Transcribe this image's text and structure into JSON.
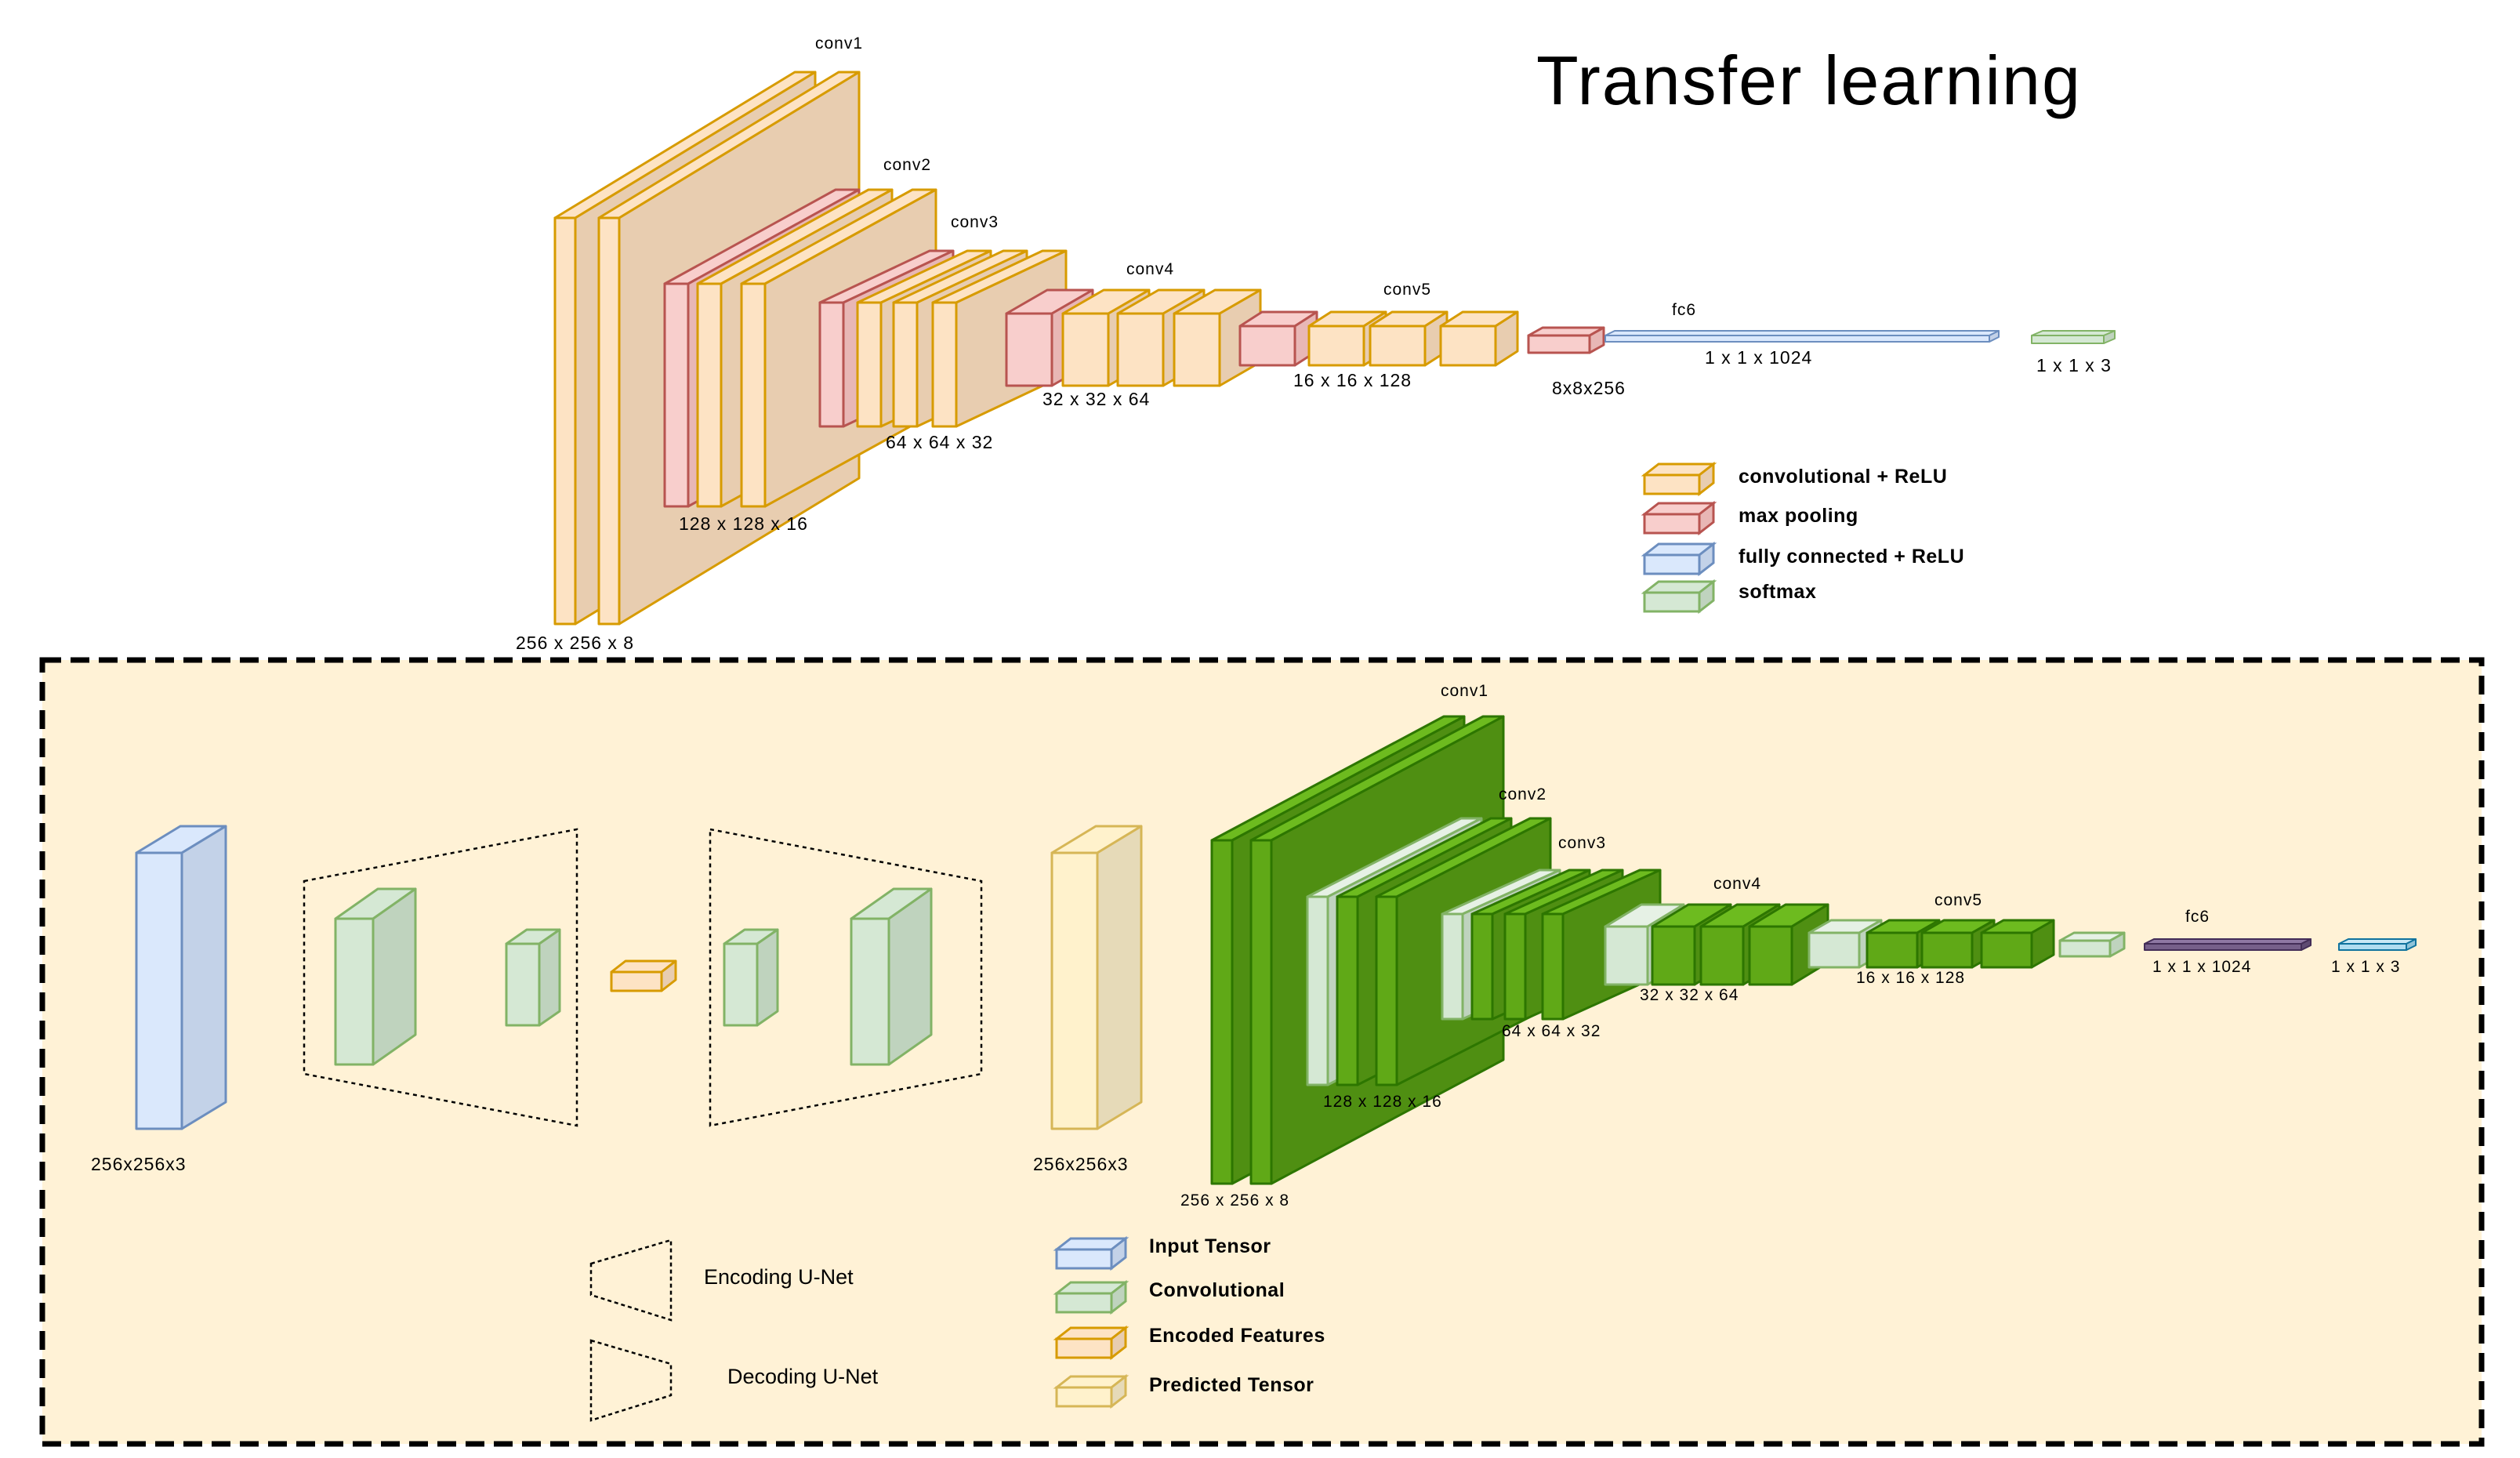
{
  "title": "Transfer learning",
  "colors": {
    "conv_face": "#fde3c4",
    "conv_side": "#e8cdb0",
    "conv_stroke": "#d79b00",
    "pool_face": "#f8cecc",
    "pool_side": "#e8b7b5",
    "pool_stroke": "#b85450",
    "fc_face": "#dae8fc",
    "fc_stroke": "#6c8ebf",
    "soft_face": "#d5e8d4",
    "soft_stroke": "#82b366",
    "green_dark": "#60a917",
    "green_stroke": "#2d7600",
    "fc6_purple": "#76608a",
    "cyan": "#b1ddf0",
    "panel_bg": "#fff2d6",
    "predicted": "#fff2cc"
  },
  "top_network": {
    "layer_labels": [
      "conv1",
      "conv2",
      "conv3",
      "conv4",
      "conv5",
      "fc6"
    ],
    "dim_labels": [
      "256 x 256 x 8",
      "128 x 128 x 16",
      "64 x 64 x 32",
      "32 x 32 x 64",
      "16 x 16 x 128",
      "8x8x256",
      "1 x 1 x 1024",
      "1 x 1 x 3"
    ],
    "legend": [
      {
        "label": "convolutional + ReLU",
        "icon": "conv-block-icon"
      },
      {
        "label": "max pooling",
        "icon": "pool-block-icon"
      },
      {
        "label": "fully connected + ReLU",
        "icon": "fc-block-icon"
      },
      {
        "label": "softmax",
        "icon": "softmax-block-icon"
      }
    ]
  },
  "bottom_network": {
    "input_label": "256x256x3",
    "predicted_label": "256x256x3",
    "layer_labels": [
      "conv1",
      "conv2",
      "conv3",
      "conv4",
      "conv5",
      "fc6"
    ],
    "dim_labels": [
      "256 x 256 x 8",
      "128 x 128 x 16",
      "64 x 64 x 32",
      "32 x 32 x 64",
      "16 x 16 x 128",
      "1 x 1 x 1024",
      "1 x 1 x 3"
    ],
    "shape_legend": [
      {
        "label": "Encoding U-Net",
        "icon": "encoder-trapezoid-icon"
      },
      {
        "label": "Decoding U-Net",
        "icon": "decoder-trapezoid-icon"
      }
    ],
    "legend": [
      {
        "label": "Input Tensor",
        "icon": "input-tensor-icon"
      },
      {
        "label": "Convolutional",
        "icon": "convolutional-icon"
      },
      {
        "label": "Encoded Features",
        "icon": "encoded-features-icon"
      },
      {
        "label": "Predicted Tensor",
        "icon": "predicted-tensor-icon"
      }
    ]
  }
}
